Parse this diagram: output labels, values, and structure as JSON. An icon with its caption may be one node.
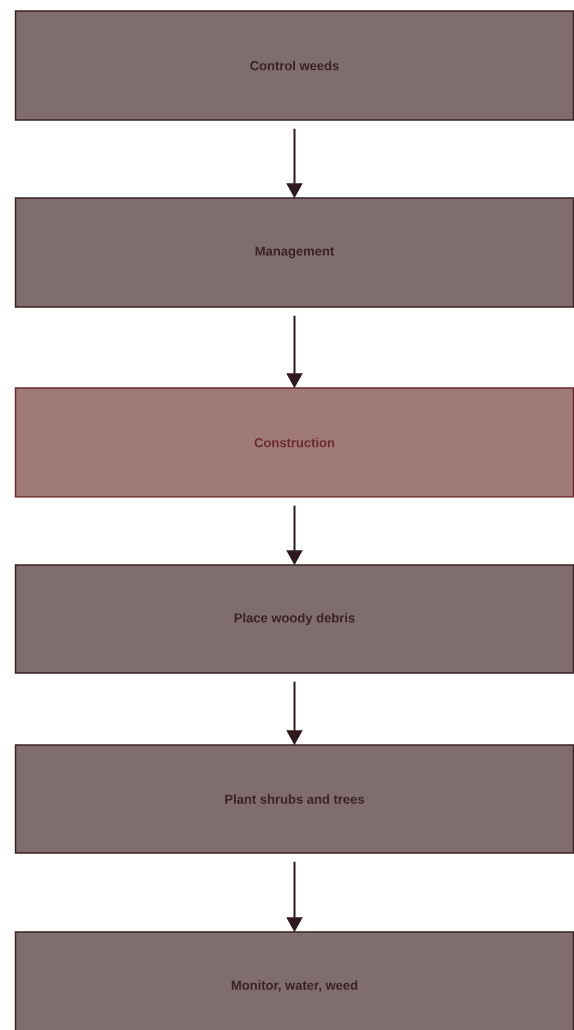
{
  "diagram": {
    "nodes": [
      {
        "text": [
          "Control weeds"
        ]
      },
      {
        "text": [
          "Management"
        ]
      },
      {
        "text": [
          "Construction"
        ]
      },
      {
        "text": [
          "Place woody debris"
        ]
      },
      {
        "text": [
          "Plant shrubs and trees"
        ]
      },
      {
        "text": [
          "Monitor, water, weed"
        ]
      }
    ],
    "edges": [
      {
        "from": 0,
        "to": 1,
        "arrow": "to"
      },
      {
        "from": 1,
        "to": 2,
        "arrow": "to"
      },
      {
        "from": 2,
        "to": 3,
        "arrow": "to"
      },
      {
        "from": 3,
        "to": 4,
        "arrow": "to"
      },
      {
        "from": 4,
        "to": 5,
        "arrow": "to"
      }
    ]
  }
}
